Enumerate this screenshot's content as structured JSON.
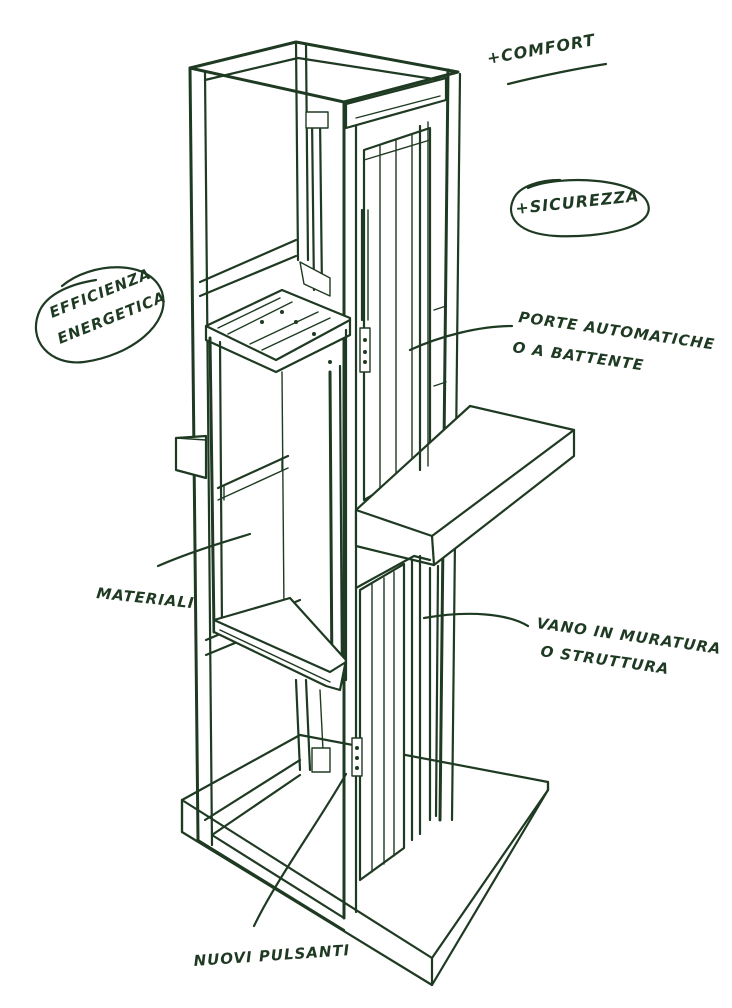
{
  "labels": {
    "comfort": "+COMFORT",
    "sicurezza": "+SICUREZZA",
    "efficienza_line1": "EFFICIENZA",
    "efficienza_line2": "ENERGETICA",
    "porte_line1": "PORTE AUTOMATICHE",
    "porte_line2": "O A BATTENTE",
    "materiali": "MATERIALI",
    "vano_line1": "VANO IN MURATURA",
    "vano_line2": "O STRUTTURA",
    "pulsanti": "NUOVI PULSANTI"
  }
}
